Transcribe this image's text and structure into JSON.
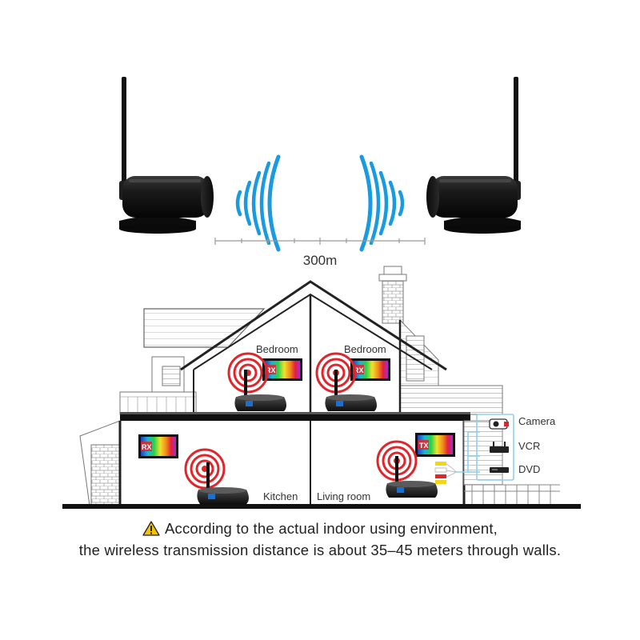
{
  "distance": {
    "label": "300m"
  },
  "rooms": {
    "bedroom_left": "Bedroom",
    "bedroom_right": "Bedroom",
    "kitchen": "Kitchen",
    "living_room": "Living room"
  },
  "screen_badges": {
    "receiver": "RX",
    "transmitter": "TX"
  },
  "sources": {
    "camera": "Camera",
    "vcr": "VCR",
    "dvd": "DVD"
  },
  "notice": {
    "line1": "According to the actual indoor using environment,",
    "line2": "the wireless transmission distance is about 35–45 meters through walls."
  },
  "colors": {
    "signal_blue": "#1a9be0",
    "signal_red": "#e0262b",
    "warning_yellow": "#f5c400",
    "cable_blue": "#8fd0f0"
  }
}
